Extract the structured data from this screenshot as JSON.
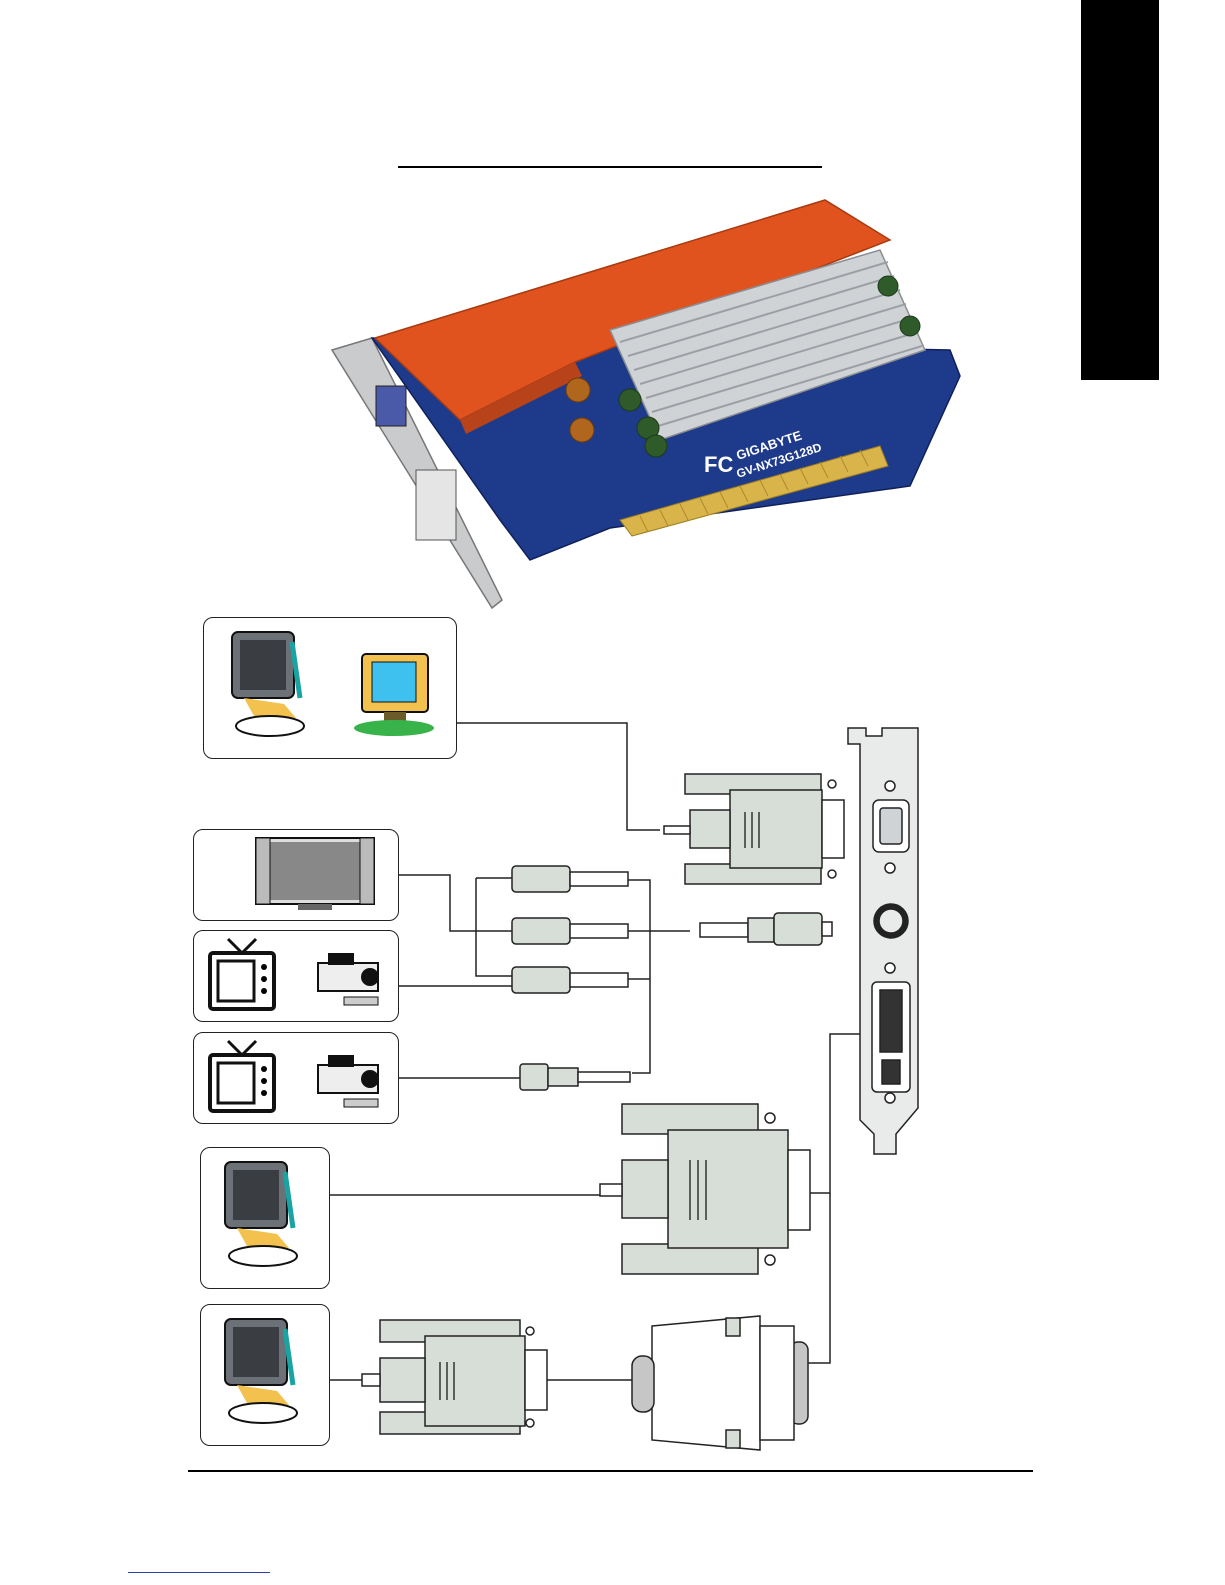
{
  "side_tab": {
    "label": ""
  },
  "card": {
    "brand": "GIGABYTE",
    "model": "GV-NX73G128D",
    "fcc": "FC"
  },
  "colors": {
    "cooler": "#e0531f",
    "heatsink": "#cfd3d6",
    "pcb": "#1e3a8a",
    "connector": "#d7ddd7",
    "bracket": "#e9eaea",
    "accent_teal": "#1aa3a3",
    "accent_yellow": "#f2c14e"
  },
  "devices": [
    {
      "name": "lcd-monitor",
      "icon": "monitor-icon"
    },
    {
      "name": "crt-monitor",
      "icon": "crt-monitor-icon"
    },
    {
      "name": "flat-tv",
      "icon": "flat-tv-icon"
    },
    {
      "name": "tv",
      "icon": "tv-icon"
    },
    {
      "name": "projector",
      "icon": "projector-icon"
    }
  ]
}
